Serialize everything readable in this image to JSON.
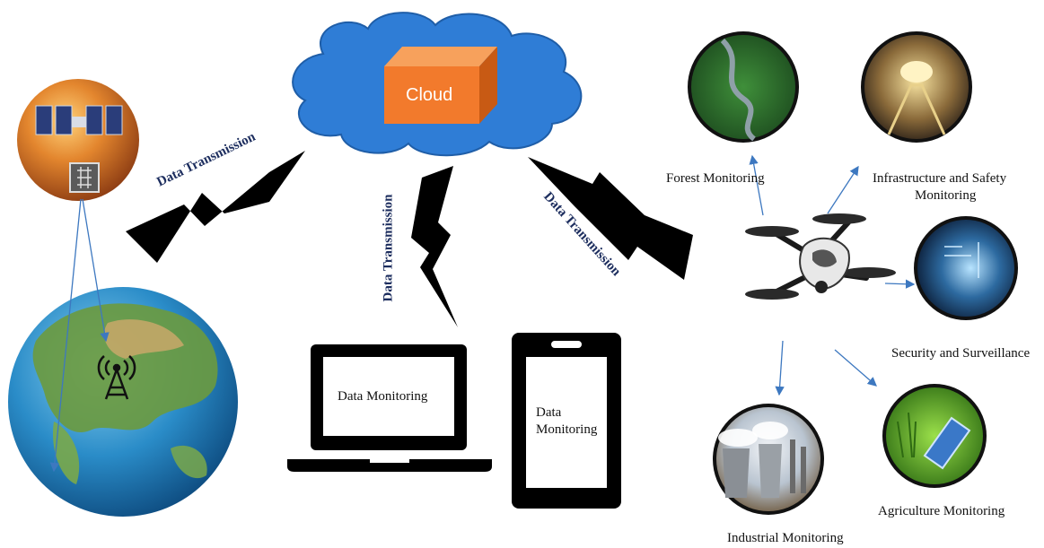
{
  "cloud": {
    "label": "Cloud"
  },
  "links": {
    "left": "Data Transmission",
    "middle": "Data Transmission",
    "right": "Data Transmission"
  },
  "devices": {
    "laptop_label": "Data Monitoring",
    "phone_line1": "Data",
    "phone_line2": "Monitoring"
  },
  "applications": {
    "forest": "Forest Monitoring",
    "infrastructure_line1": "Infrastructure and Safety",
    "infrastructure_line2": "Monitoring",
    "security": "Security and Surveillance",
    "agriculture": "Agriculture Monitoring",
    "industrial": "Industrial Monitoring"
  },
  "colors": {
    "cloud": "#2f7dd6",
    "cube": "#f27a2c",
    "arrow": "#3d78c0",
    "bolt": "#000000",
    "label_navy": "#1c2d5e"
  },
  "icons": [
    "satellite-icon",
    "earth-icon",
    "cell-tower-icon",
    "laptop-icon",
    "smartphone-icon",
    "drone-icon",
    "lightning-bolt-icon"
  ]
}
